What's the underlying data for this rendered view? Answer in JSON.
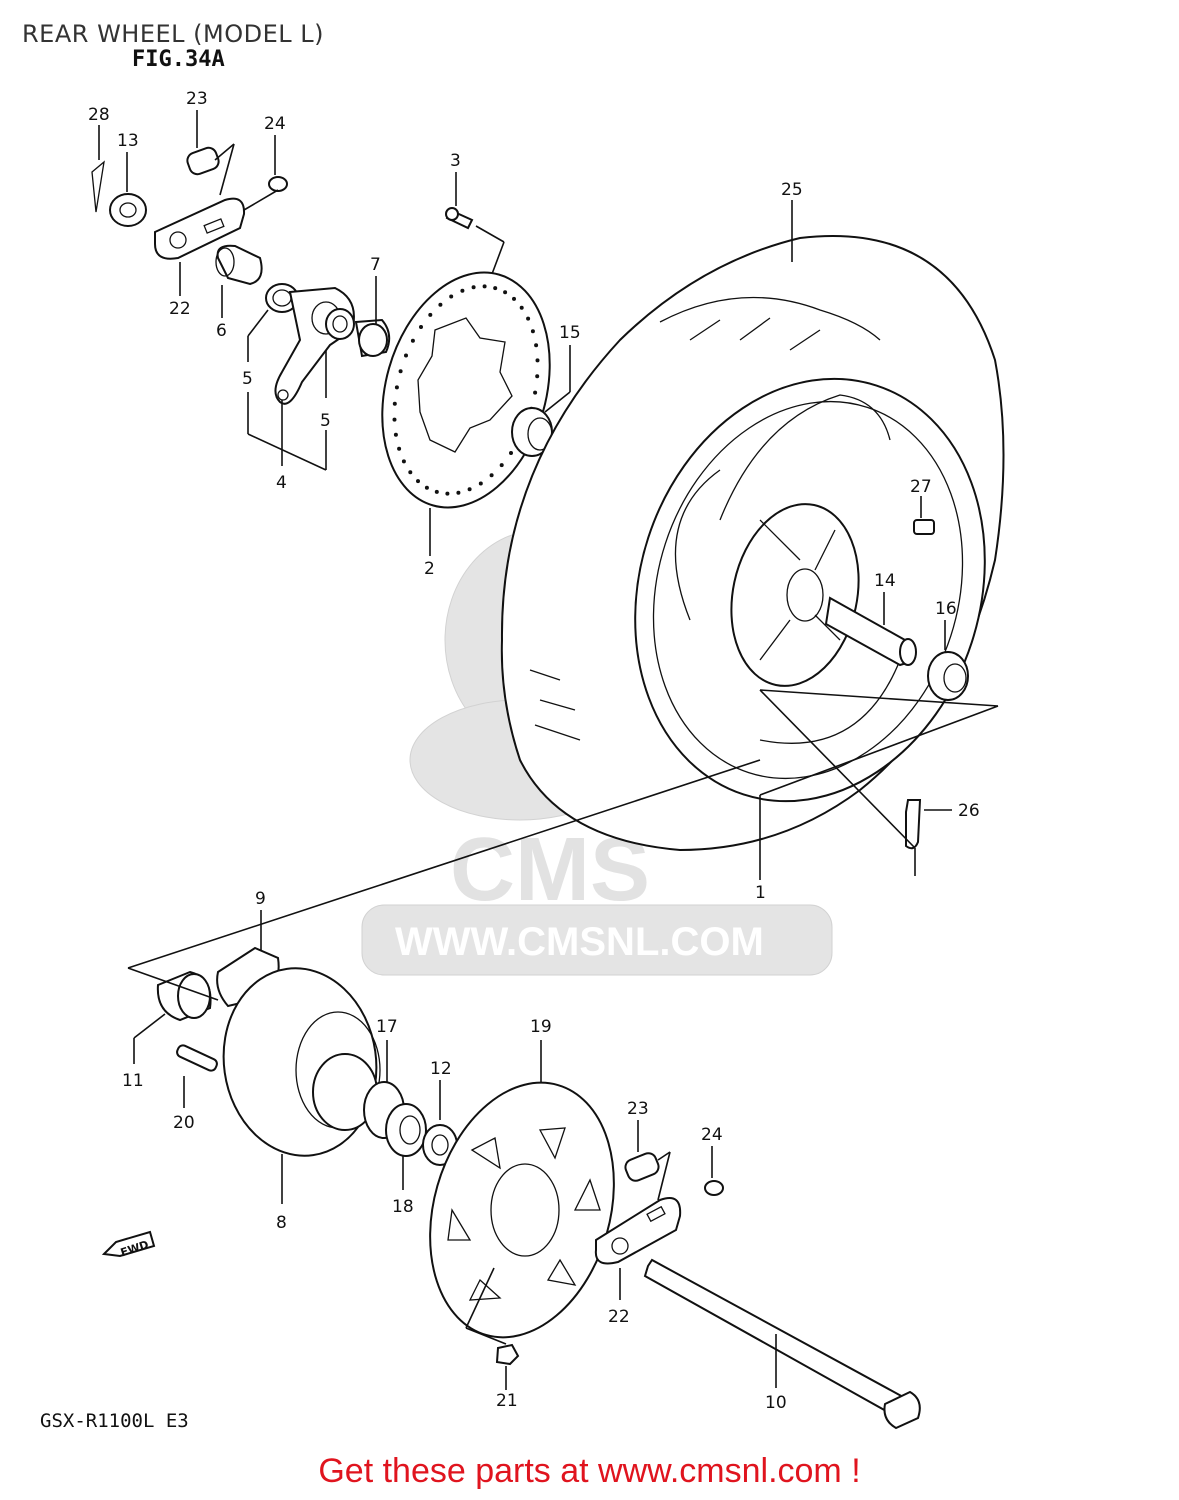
{
  "title": "REAR WHEEL (MODEL L)",
  "figure_label": "FIG.34A",
  "model_code": "GSX-R1100L E3",
  "footer_text": "Get these parts at www.cmsnl.com !",
  "watermark": {
    "logo": "CMS",
    "url": "WWW.CMSNL.COM"
  },
  "fwd_marker": "FWD",
  "colors": {
    "footer": "#e0141e",
    "watermark": "#e4e4e4",
    "line": "#111111"
  },
  "callouts": {
    "c1": "1",
    "c2": "2",
    "c3": "3",
    "c4": "4",
    "c5a": "5",
    "c5b": "5",
    "c6": "6",
    "c7": "7",
    "c8": "8",
    "c9": "9",
    "c10": "10",
    "c11": "11",
    "c12": "12",
    "c13": "13",
    "c14": "14",
    "c15": "15",
    "c16": "16",
    "c17": "17",
    "c18": "18",
    "c19": "19",
    "c20": "20",
    "c21": "21",
    "c22a": "22",
    "c22b": "22",
    "c23a": "23",
    "c23b": "23",
    "c24a": "24",
    "c24b": "24",
    "c25": "25",
    "c26": "26",
    "c27": "27",
    "c28": "28"
  }
}
